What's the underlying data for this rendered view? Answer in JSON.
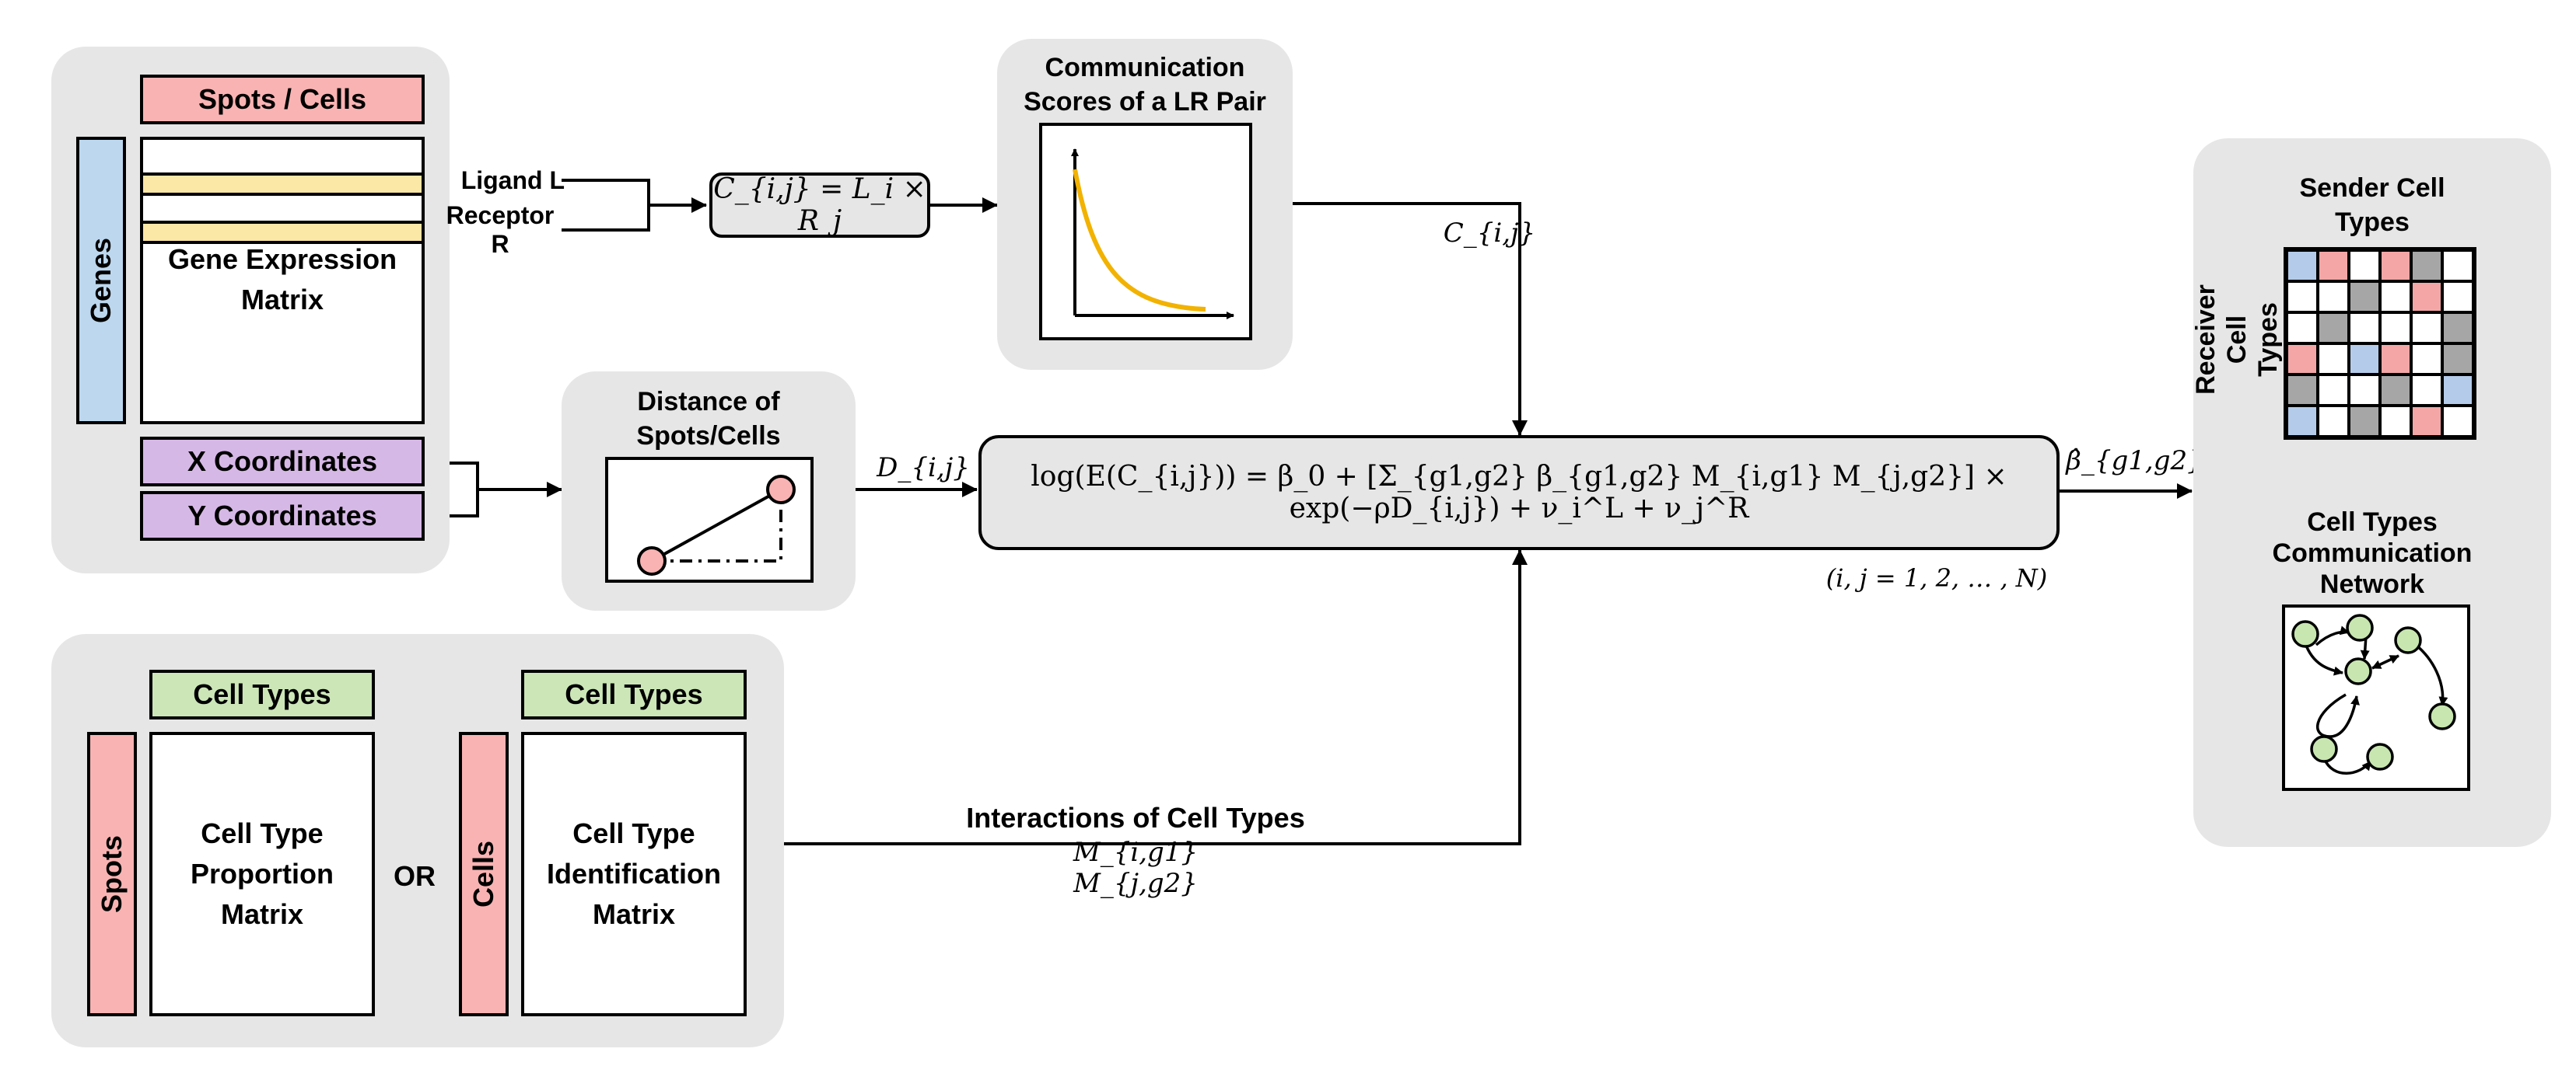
{
  "colors": {
    "panel": "#e6e6e6",
    "pink": "#f9b3b3",
    "blue": "#bcd7ee",
    "yellow": "#fbe7a6",
    "purple": "#d6b8e6",
    "green": "#cce6b8",
    "heat_blue": "#b4cbea",
    "heat_pink": "#f4a6a6",
    "heat_gray": "#a6a6a6",
    "node_green": "#c8e6b0",
    "curve": "#f2b200"
  },
  "data_input": {
    "spots_cells": "Spots / Cells",
    "genes": "Genes",
    "gene_expression_matrix": "Gene Expression Matrix",
    "x_coordinates": "X Coordinates",
    "y_coordinates": "Y Coordinates"
  },
  "ligand_receptor": {
    "ligand": "Ligand L",
    "receptor": "Receptor R",
    "score_formula": "C_{i,j} = L_i × R_j"
  },
  "comm_scores": {
    "title": "Communication Scores of a LR Pair",
    "edge_label": "C_{i,j}"
  },
  "distance": {
    "title": "Distance of Spots/Cells",
    "edge_label": "D_{i,j}"
  },
  "model": {
    "equation": "log(E(C_{i,j})) = β_0 + [Σ_{g1,g2} β_{g1,g2} M_{i,g1} M_{j,g2}] × exp(−ρD_{i,j}) + ν_i^L + ν_j^R",
    "index_note": "(i, j = 1, 2, … , N)",
    "output_label": "β̂_{g1,g2}"
  },
  "cell_types": {
    "header": "Cell Types",
    "spots": "Spots",
    "cells": "Cells",
    "proportion_matrix": "Cell Type Proportion Matrix",
    "or": "OR",
    "identification_matrix": "Cell Type Identification Matrix",
    "interactions_label": "Interactions of Cell Types",
    "interactions_formula": "M_{i,g1} M_{j,g2}"
  },
  "output": {
    "sender": "Sender Cell Types",
    "receiver": "Receiver Cell Types",
    "network_title": "Cell Types Communication Network",
    "heatmap": [
      [
        "b",
        "p",
        "w",
        "p",
        "g",
        "w"
      ],
      [
        "w",
        "w",
        "g",
        "w",
        "p",
        "w"
      ],
      [
        "w",
        "g",
        "w",
        "w",
        "w",
        "g"
      ],
      [
        "p",
        "w",
        "b",
        "p",
        "w",
        "g"
      ],
      [
        "g",
        "w",
        "w",
        "g",
        "w",
        "b"
      ],
      [
        "b",
        "w",
        "g",
        "w",
        "p",
        "w"
      ]
    ]
  }
}
